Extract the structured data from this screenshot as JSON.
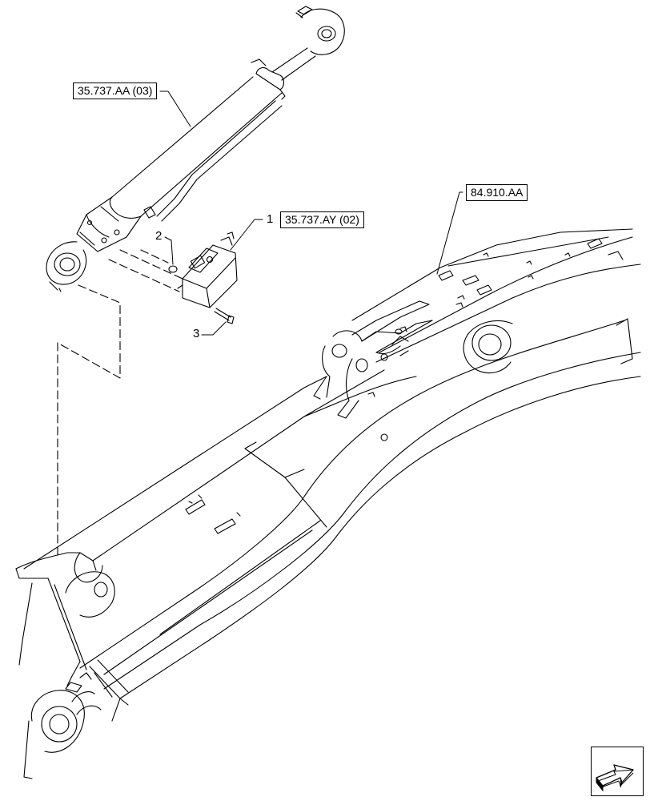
{
  "references": {
    "cylinder_ref": "35.737.AA (03)",
    "valve_ref": "35.737.AY (02)",
    "boom_ref": "84.910.AA"
  },
  "callouts": {
    "item_1": "1",
    "item_2": "2",
    "item_3": "3"
  },
  "navigation": {
    "icon": "next-page-arrow-icon"
  }
}
